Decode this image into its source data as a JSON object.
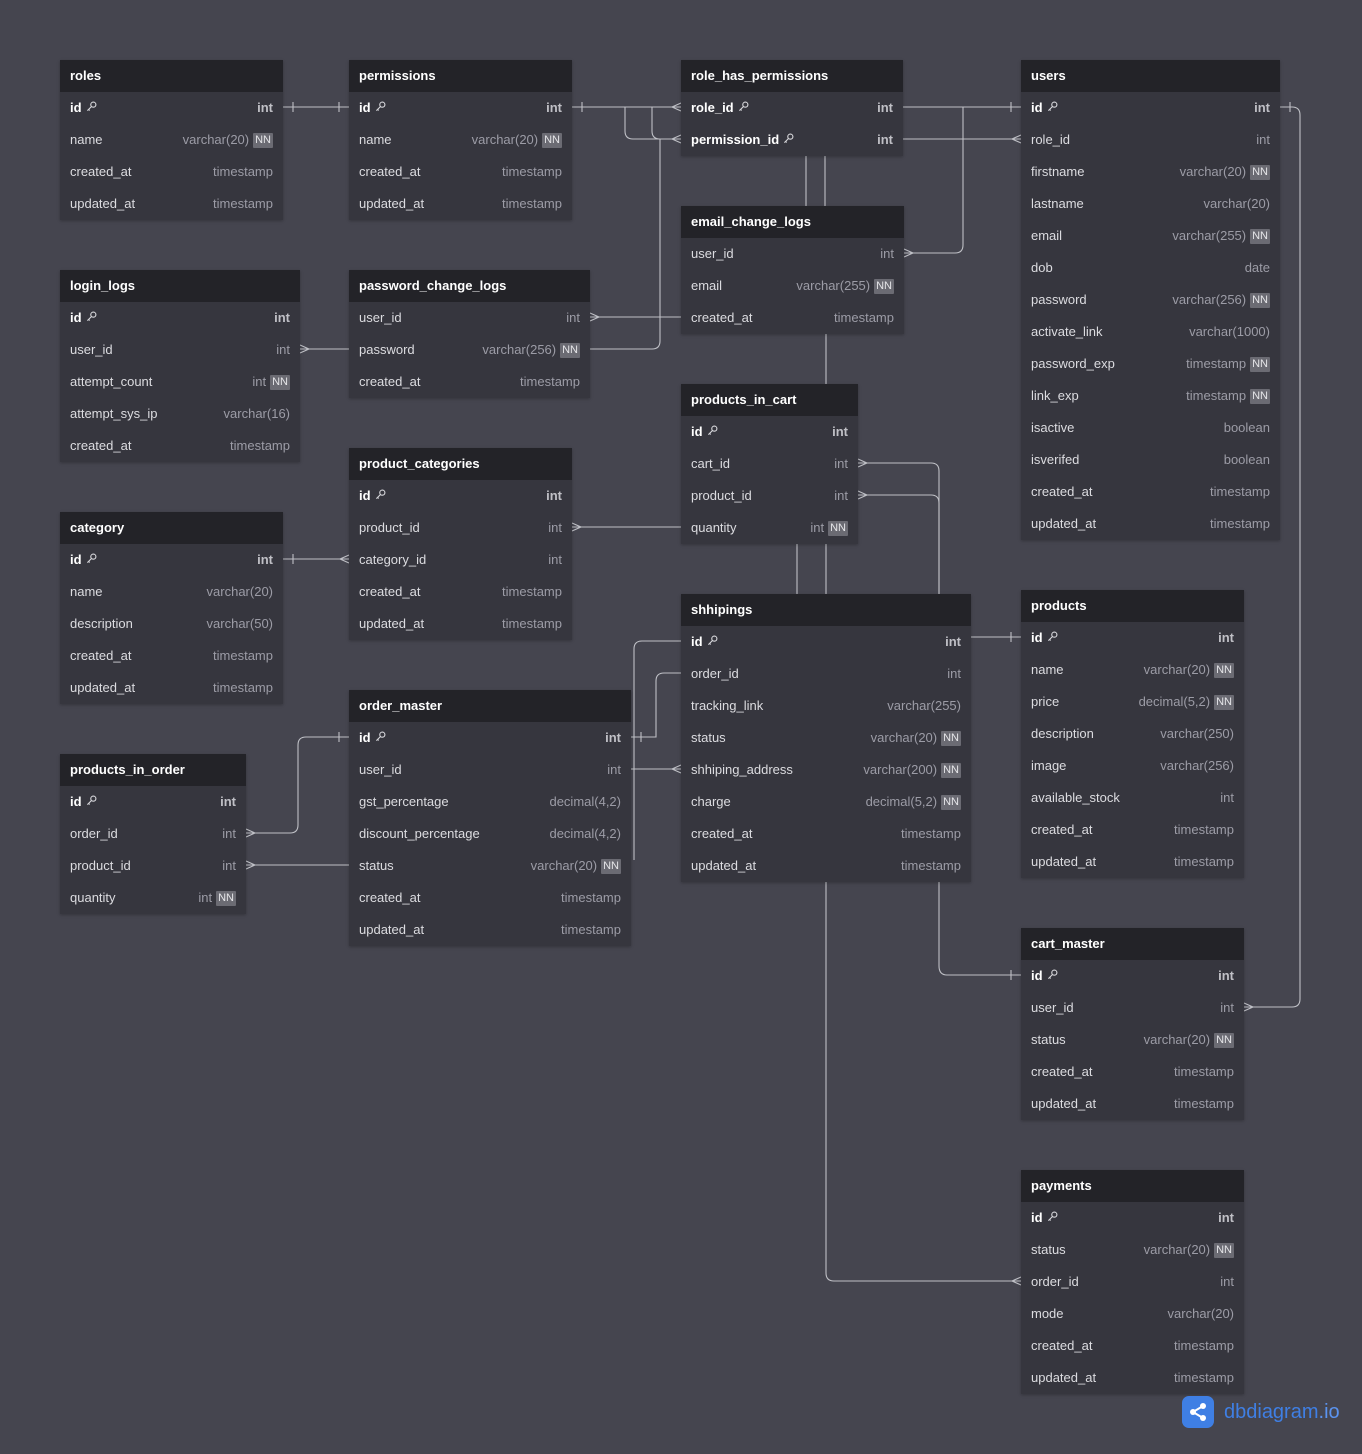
{
  "tables": [
    {
      "id": "roles",
      "name": "roles",
      "fields": [
        {
          "name": "id",
          "type": "int",
          "pk": true
        },
        {
          "name": "name",
          "type": "varchar(20)",
          "nn": true
        },
        {
          "name": "created_at",
          "type": "timestamp"
        },
        {
          "name": "updated_at",
          "type": "timestamp"
        }
      ]
    },
    {
      "id": "permissions",
      "name": "permissions",
      "fields": [
        {
          "name": "id",
          "type": "int",
          "pk": true
        },
        {
          "name": "name",
          "type": "varchar(20)",
          "nn": true
        },
        {
          "name": "created_at",
          "type": "timestamp"
        },
        {
          "name": "updated_at",
          "type": "timestamp"
        }
      ]
    },
    {
      "id": "role_has_permissions",
      "name": "role_has_permissions",
      "fields": [
        {
          "name": "role_id",
          "type": "int",
          "pk": true
        },
        {
          "name": "permission_id",
          "type": "int",
          "pk": true
        }
      ]
    },
    {
      "id": "users",
      "name": "users",
      "fields": [
        {
          "name": "id",
          "type": "int",
          "pk": true
        },
        {
          "name": "role_id",
          "type": "int"
        },
        {
          "name": "firstname",
          "type": "varchar(20)",
          "nn": true
        },
        {
          "name": "lastname",
          "type": "varchar(20)"
        },
        {
          "name": "email",
          "type": "varchar(255)",
          "nn": true
        },
        {
          "name": "dob",
          "type": "date"
        },
        {
          "name": "password",
          "type": "varchar(256)",
          "nn": true
        },
        {
          "name": "activate_link",
          "type": "varchar(1000)"
        },
        {
          "name": "password_exp",
          "type": "timestamp",
          "nn": true
        },
        {
          "name": "link_exp",
          "type": "timestamp",
          "nn": true
        },
        {
          "name": "isactive",
          "type": "boolean"
        },
        {
          "name": "isverifed",
          "type": "boolean"
        },
        {
          "name": "created_at",
          "type": "timestamp"
        },
        {
          "name": "updated_at",
          "type": "timestamp"
        }
      ]
    },
    {
      "id": "email_change_logs",
      "name": "email_change_logs",
      "fields": [
        {
          "name": "user_id",
          "type": "int"
        },
        {
          "name": "email",
          "type": "varchar(255)",
          "nn": true
        },
        {
          "name": "created_at",
          "type": "timestamp"
        }
      ]
    },
    {
      "id": "login_logs",
      "name": "login_logs",
      "fields": [
        {
          "name": "id",
          "type": "int",
          "pk": true
        },
        {
          "name": "user_id",
          "type": "int"
        },
        {
          "name": "attempt_count",
          "type": "int",
          "nn": true
        },
        {
          "name": "attempt_sys_ip",
          "type": "varchar(16)"
        },
        {
          "name": "created_at",
          "type": "timestamp"
        }
      ]
    },
    {
      "id": "password_change_logs",
      "name": "password_change_logs",
      "fields": [
        {
          "name": "user_id",
          "type": "int"
        },
        {
          "name": "password",
          "type": "varchar(256)",
          "nn": true
        },
        {
          "name": "created_at",
          "type": "timestamp"
        }
      ]
    },
    {
      "id": "products_in_cart",
      "name": "products_in_cart",
      "fields": [
        {
          "name": "id",
          "type": "int",
          "pk": true
        },
        {
          "name": "cart_id",
          "type": "int"
        },
        {
          "name": "product_id",
          "type": "int"
        },
        {
          "name": "quantity",
          "type": "int",
          "nn": true
        }
      ]
    },
    {
      "id": "product_categories",
      "name": "product_categories",
      "fields": [
        {
          "name": "id",
          "type": "int",
          "pk": true
        },
        {
          "name": "product_id",
          "type": "int"
        },
        {
          "name": "category_id",
          "type": "int"
        },
        {
          "name": "created_at",
          "type": "timestamp"
        },
        {
          "name": "updated_at",
          "type": "timestamp"
        }
      ]
    },
    {
      "id": "category",
      "name": "category",
      "fields": [
        {
          "name": "id",
          "type": "int",
          "pk": true
        },
        {
          "name": "name",
          "type": "varchar(20)"
        },
        {
          "name": "description",
          "type": "varchar(50)"
        },
        {
          "name": "created_at",
          "type": "timestamp"
        },
        {
          "name": "updated_at",
          "type": "timestamp"
        }
      ]
    },
    {
      "id": "shhipings",
      "name": "shhipings",
      "fields": [
        {
          "name": "id",
          "type": "int",
          "pk": true
        },
        {
          "name": "order_id",
          "type": "int"
        },
        {
          "name": "tracking_link",
          "type": "varchar(255)"
        },
        {
          "name": "status",
          "type": "varchar(20)",
          "nn": true
        },
        {
          "name": "shhiping_address",
          "type": "varchar(200)",
          "nn": true
        },
        {
          "name": "charge",
          "type": "decimal(5,2)",
          "nn": true
        },
        {
          "name": "created_at",
          "type": "timestamp"
        },
        {
          "name": "updated_at",
          "type": "timestamp"
        }
      ]
    },
    {
      "id": "products",
      "name": "products",
      "fields": [
        {
          "name": "id",
          "type": "int",
          "pk": true
        },
        {
          "name": "name",
          "type": "varchar(20)",
          "nn": true
        },
        {
          "name": "price",
          "type": "decimal(5,2)",
          "nn": true
        },
        {
          "name": "description",
          "type": "varchar(250)"
        },
        {
          "name": "image",
          "type": "varchar(256)"
        },
        {
          "name": "available_stock",
          "type": "int"
        },
        {
          "name": "created_at",
          "type": "timestamp"
        },
        {
          "name": "updated_at",
          "type": "timestamp"
        }
      ]
    },
    {
      "id": "order_master",
      "name": "order_master",
      "fields": [
        {
          "name": "id",
          "type": "int",
          "pk": true
        },
        {
          "name": "user_id",
          "type": "int"
        },
        {
          "name": "gst_percentage",
          "type": "decimal(4,2)"
        },
        {
          "name": "discount_percentage",
          "type": "decimal(4,2)"
        },
        {
          "name": "status",
          "type": "varchar(20)",
          "nn": true
        },
        {
          "name": "created_at",
          "type": "timestamp"
        },
        {
          "name": "updated_at",
          "type": "timestamp"
        }
      ]
    },
    {
      "id": "products_in_order",
      "name": "products_in_order",
      "fields": [
        {
          "name": "id",
          "type": "int",
          "pk": true
        },
        {
          "name": "order_id",
          "type": "int"
        },
        {
          "name": "product_id",
          "type": "int"
        },
        {
          "name": "quantity",
          "type": "int",
          "nn": true
        }
      ]
    },
    {
      "id": "cart_master",
      "name": "cart_master",
      "fields": [
        {
          "name": "id",
          "type": "int",
          "pk": true
        },
        {
          "name": "user_id",
          "type": "int"
        },
        {
          "name": "status",
          "type": "varchar(20)",
          "nn": true
        },
        {
          "name": "created_at",
          "type": "timestamp"
        },
        {
          "name": "updated_at",
          "type": "timestamp"
        }
      ]
    },
    {
      "id": "payments",
      "name": "payments",
      "fields": [
        {
          "name": "id",
          "type": "int",
          "pk": true
        },
        {
          "name": "status",
          "type": "varchar(20)",
          "nn": true
        },
        {
          "name": "order_id",
          "type": "int"
        },
        {
          "name": "mode",
          "type": "varchar(20)"
        },
        {
          "name": "created_at",
          "type": "timestamp"
        },
        {
          "name": "updated_at",
          "type": "timestamp"
        }
      ]
    }
  ],
  "nn_label": "NN",
  "icons": {
    "primary_key": "key-icon",
    "brand_logo": "share-nodes-icon"
  },
  "colors": {
    "background": "#45454f",
    "table_body": "#36363e",
    "table_header": "#232328",
    "brand": "#3f7fe4"
  },
  "brand": {
    "name": "dbdiagram",
    "suffix": ".io"
  }
}
